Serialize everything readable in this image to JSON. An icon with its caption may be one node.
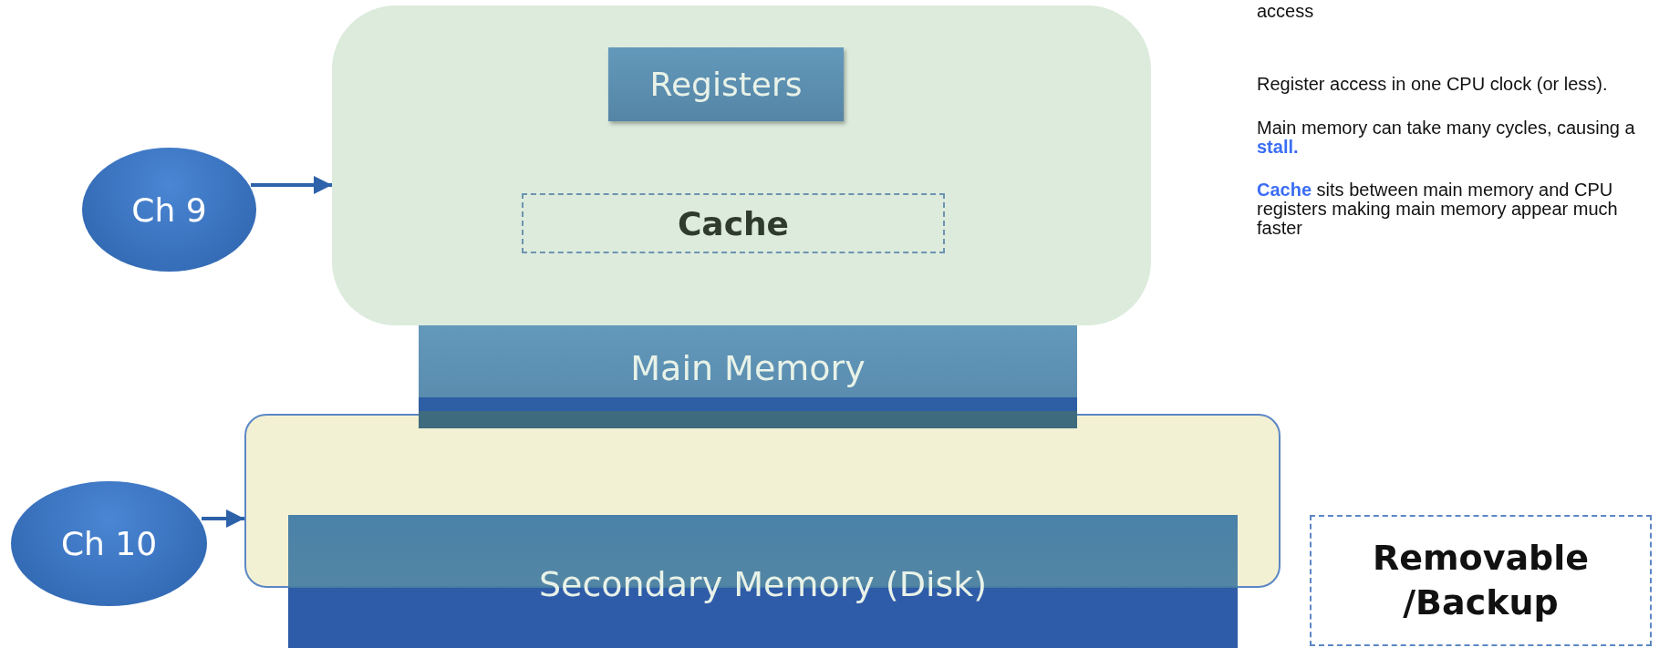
{
  "diagram": {
    "nodes": [
      {
        "text": [],
        "shape": "box"
      },
      {
        "text": [
          "Registers"
        ],
        "in": 0
      },
      {
        "text": [
          "Cache"
        ],
        "in": 0
      },
      {
        "text": [
          "Main Memory"
        ]
      },
      {
        "text": [],
        "shape": "box"
      },
      {
        "text": [
          "Secondary Memory (Disk)"
        ]
      },
      {
        "text": [
          "Ch 9"
        ]
      },
      {
        "text": [
          "Ch 10"
        ]
      },
      {
        "text": [
          "Removable /Backup"
        ]
      }
    ],
    "edges": [
      {
        "from": 6,
        "to": 0,
        "arrow": "to"
      },
      {
        "from": 7,
        "to": 4,
        "arrow": "to"
      }
    ],
    "labels": [
      "access",
      "Register access in one CPU clock (or less).",
      "Main memory can take many cycles, causing a **stall.**",
      "**Cache** sits between main memory and CPU registers making main memory appear much faster"
    ]
  }
}
